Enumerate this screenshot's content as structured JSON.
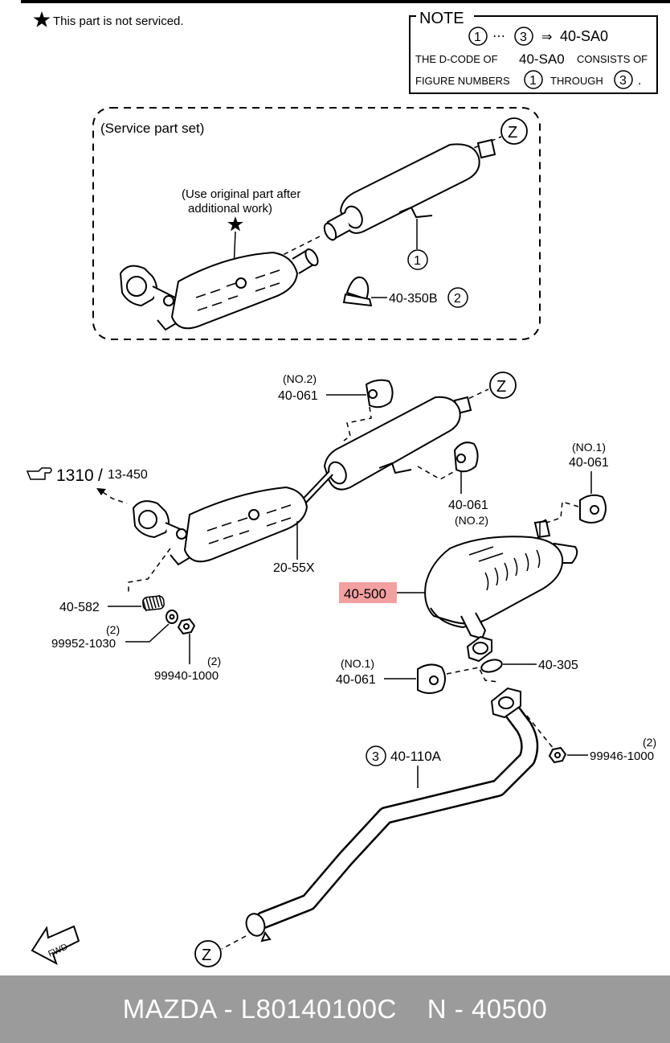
{
  "legend": {
    "text": "This part is not serviced."
  },
  "note": {
    "title": "NOTE",
    "line1_a": "1",
    "line1_dots": "⋯",
    "line1_b": "3",
    "line1_arrow": "⇒",
    "line1_code": "40-SA0",
    "line2_a": "THE D-CODE OF",
    "line2_code": "40-SA0",
    "line2_b": "CONSISTS OF",
    "line3_a": "FIGURE NUMBERS",
    "line3_n1": "1",
    "line3_b": "THROUGH",
    "line3_n2": "3",
    "line3_dot": "."
  },
  "service_box": {
    "title": "(Service part set)",
    "note_line1": "(Use original part after",
    "note_line2": "additional work)",
    "z_mark": "Z",
    "callout_1": "1",
    "clamp_code": "40-350B",
    "clamp_num": "2"
  },
  "labels": {
    "no2_top": "(NO.2)",
    "hanger_top": "40-061",
    "z_top": "Z",
    "ref_1310": "1310",
    "ref_slash": "/",
    "ref_13450": "13-450",
    "hanger_mid": "40-061",
    "no2_mid": "(NO.2)",
    "no1_right": "(NO.1)",
    "hanger_right": "40-061",
    "cat_code": "20-55X",
    "muffler_code": "40-500",
    "spring_code": "40-582",
    "washer_qty": "(2)",
    "washer_code": "99952-1030",
    "nut_qty": "(2)",
    "nut_code": "99940-1000",
    "gasket_code": "40-305",
    "no1_lower": "(NO.1)",
    "hanger_lower": "40-061",
    "nut2_qty": "(2)",
    "nut2_code": "99946-1000",
    "pipe_num": "3",
    "pipe_code": "40-110A",
    "z_bottom": "Z",
    "fwd": "FWD"
  },
  "highlight_color": "#f2a0a0",
  "footer": {
    "left": "MAZDA - L80140100C",
    "right": "N - 40500"
  }
}
